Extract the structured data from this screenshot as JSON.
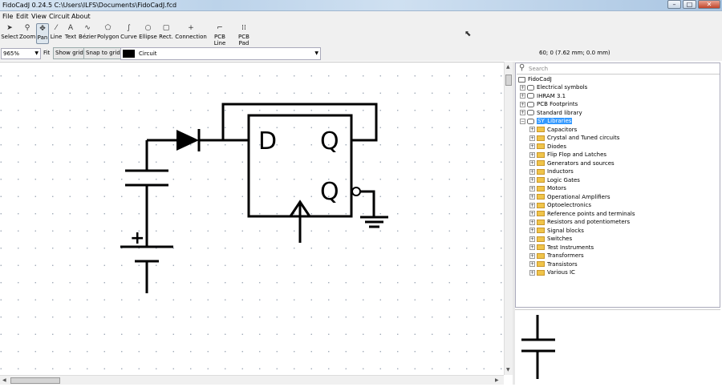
{
  "window": {
    "title": "FidoCadJ 0.24.5 C:\\Users\\ILFS\\Documents\\FidoCadJ.fcd",
    "controls": [
      "minimize",
      "maximize",
      "close"
    ]
  },
  "menu": [
    "File",
    "Edit",
    "View",
    "Circuit",
    "About"
  ],
  "tools": [
    {
      "label": "Select",
      "icon": "arrow-icon"
    },
    {
      "label": "Zoom",
      "icon": "magnifier-icon"
    },
    {
      "label": "Pan",
      "icon": "hand-icon",
      "active": true
    },
    {
      "label": "Line",
      "icon": "line-icon"
    },
    {
      "label": "Text",
      "icon": "text-icon"
    },
    {
      "label": "Bézier",
      "icon": "bezier-icon"
    },
    {
      "label": "Polygon",
      "icon": "polygon-icon"
    },
    {
      "label": "Curve",
      "icon": "curve-icon"
    },
    {
      "label": "Ellipse",
      "icon": "ellipse-icon"
    },
    {
      "label": "Rect.",
      "icon": "rectangle-icon"
    },
    {
      "label": "Connection",
      "icon": "connection-icon"
    },
    {
      "label": "PCB Line",
      "icon": "pcb-line-icon"
    },
    {
      "label": "PCB Pad",
      "icon": "pcb-pad-icon"
    }
  ],
  "options": {
    "zoom": "965%",
    "fit": "Fit",
    "show_grid": "Show grid",
    "snap_to_grid": "Snap to grid",
    "layer": "Circuit",
    "layer_color": "#000000"
  },
  "coords": "60; 0 (7.62 mm; 0.0 mm)",
  "schematic": {
    "d_label": "D",
    "q_label": "Q",
    "qbar_label": "Q",
    "plus_label": "+"
  },
  "library": {
    "search_placeholder": "Search",
    "root": "FidoCadJ",
    "libraries": [
      "Electrical symbols",
      "IHRAM 3.1",
      "PCB Footprints",
      "Standard library",
      "SY_Libraries"
    ],
    "selected": "SY_Libraries",
    "categories": [
      "Capacitors",
      "Crystal and Tuned circuits",
      "Diodes",
      "Flip Flop and Latches",
      "Generators and sources",
      "Inductors",
      "Logic Gates",
      "Motors",
      "Operational Amplifiers",
      "Optoelectronics",
      "Reference points and terminals",
      "Resistors and potentiometers",
      "Signal blocks",
      "Switches",
      "Test Instruments",
      "Transformers",
      "Transistors",
      "Various IC"
    ]
  }
}
